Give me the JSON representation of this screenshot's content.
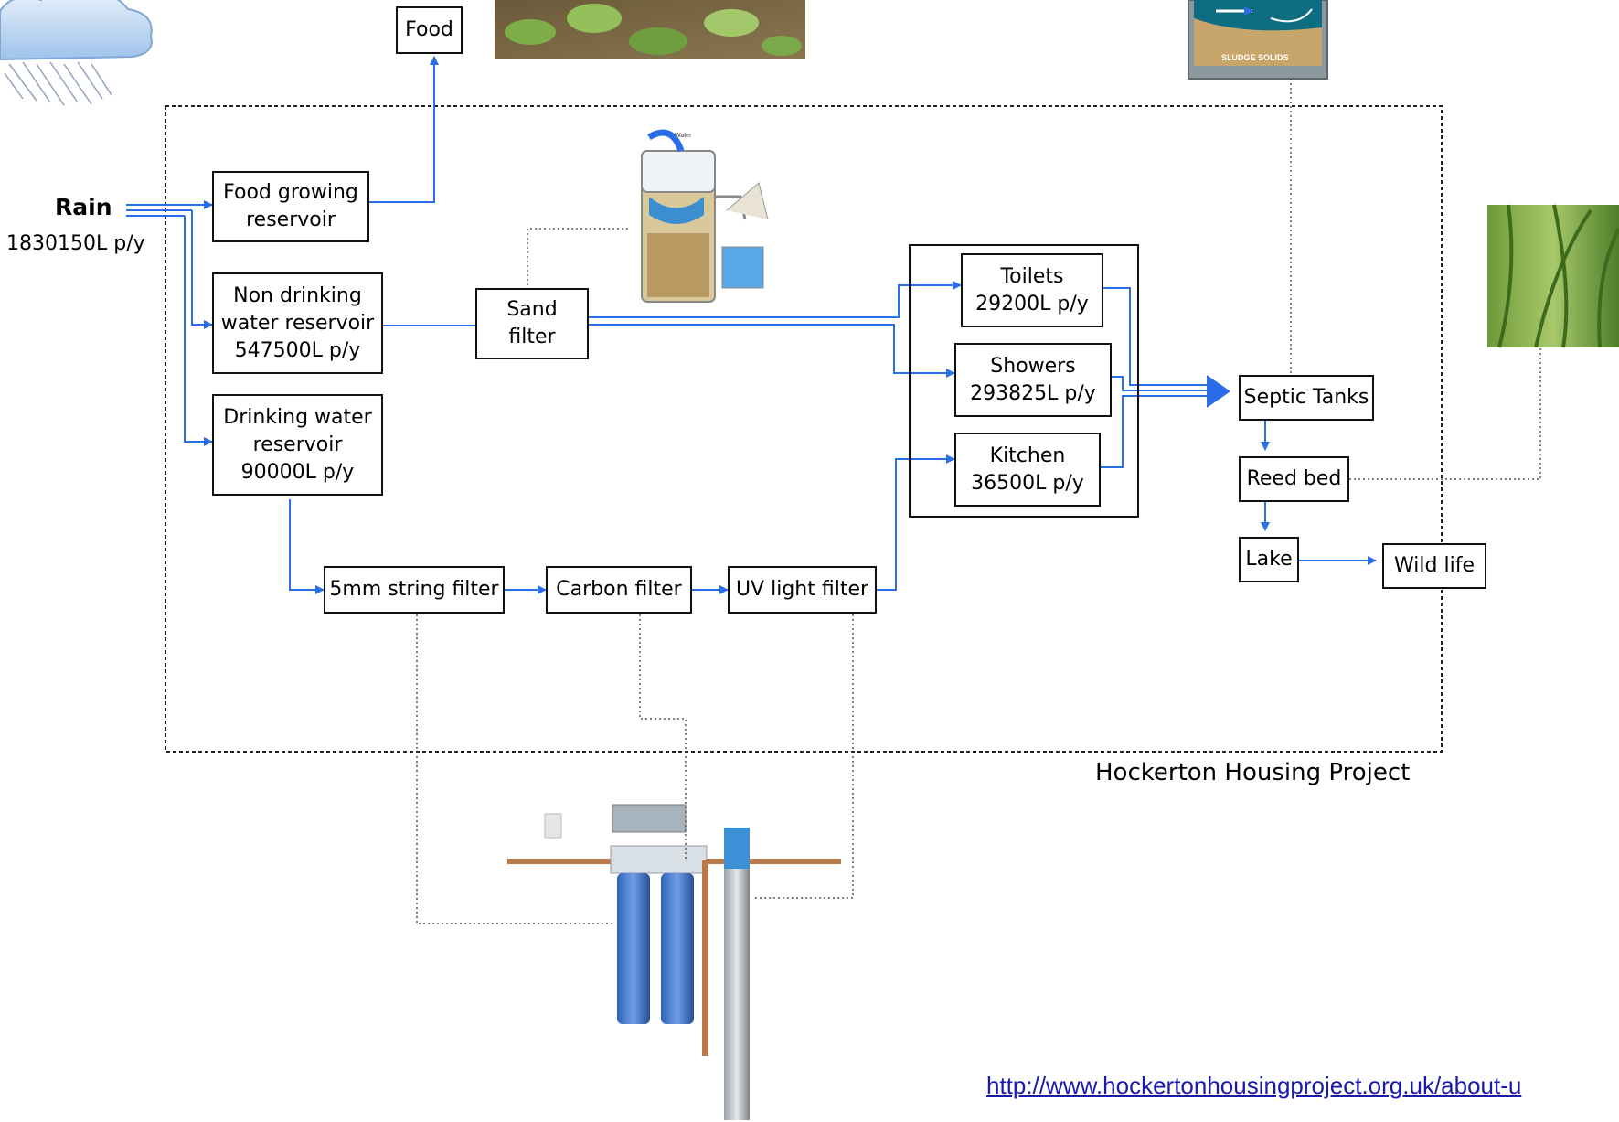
{
  "rain": {
    "title": "Rain",
    "amount": "1830150L p/y"
  },
  "boxes": {
    "food": "Food",
    "food_growing": "Food growing\nreservoir",
    "non_drinking": "Non drinking\nwater reservoir\n547500L p/y",
    "drinking": "Drinking water\nreservoir\n90000L p/y",
    "sand_filter": "Sand\nfilter",
    "toilets": "Toilets\n29200L p/y",
    "showers": "Showers\n293825L p/y",
    "kitchen": "Kitchen\n36500L p/y",
    "string_filter": "5mm string filter",
    "carbon_filter": "Carbon filter",
    "uv_filter": "UV light filter",
    "septic": "Septic Tanks",
    "reed_bed": "Reed bed",
    "lake": "Lake",
    "wild_life": "Wild life"
  },
  "project_label": "Hockerton Housing Project",
  "septic_image_text": "SLUDGE SOLIDS",
  "filter_image_text": "Water",
  "url": "http://www.hockertonhousingproject.org.uk/about-u",
  "colors": {
    "flow": "#2a6de8",
    "box_border": "#111111",
    "dotted": "#555555",
    "url": "#1a1aaa"
  }
}
